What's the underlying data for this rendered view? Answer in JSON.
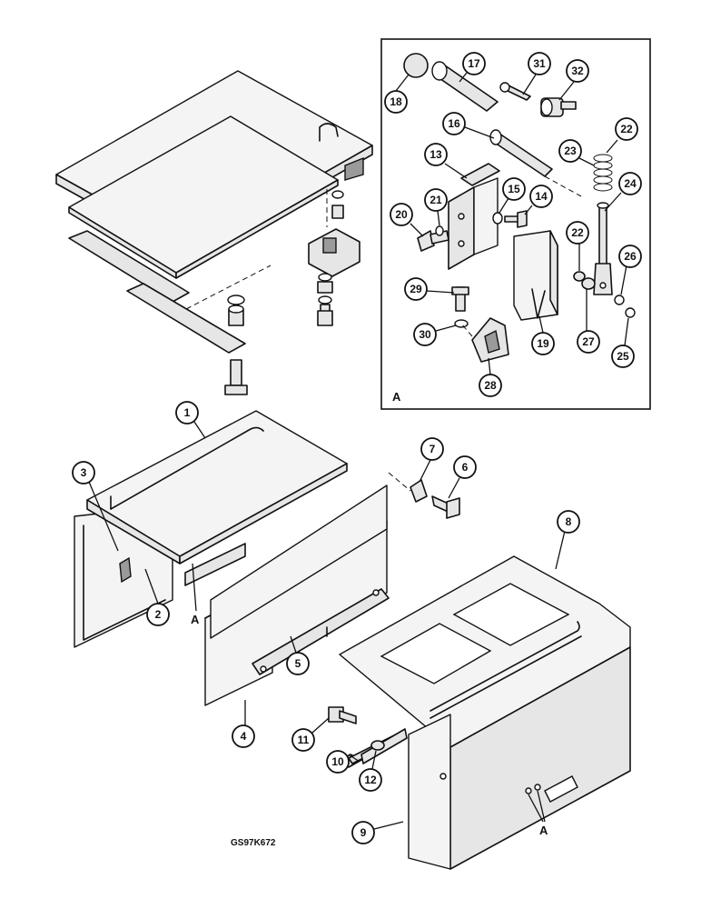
{
  "callouts": {
    "c1": "1",
    "c2": "2",
    "c3": "3",
    "c4": "4",
    "c5": "5",
    "c6": "6",
    "c7": "7",
    "c8": "8",
    "c9": "9",
    "c10": "10",
    "c11": "11",
    "c12": "12",
    "c13": "13",
    "c14": "14",
    "c15": "15",
    "c16": "16",
    "c17": "17",
    "c18": "18",
    "c19": "19",
    "c20": "20",
    "c21": "21",
    "c22a": "22",
    "c22b": "22",
    "c23": "23",
    "c24": "24",
    "c25": "25",
    "c26": "26",
    "c27": "27",
    "c28": "28",
    "c29": "29",
    "c30": "30",
    "c31": "31",
    "c32": "32"
  },
  "labels": {
    "detail_view": "A",
    "ref_a_handle": "A",
    "ref_a_cover": "A"
  },
  "drawing_code": "GS97K672"
}
